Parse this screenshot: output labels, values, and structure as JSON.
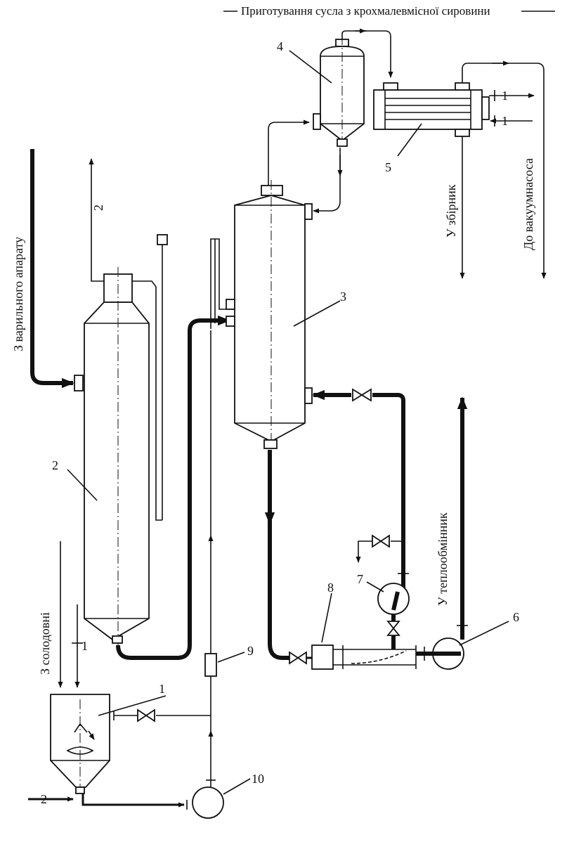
{
  "header": {
    "title": "Приготування сусла з крохмалевмісної сировини"
  },
  "flows": {
    "from_cooker": "З варильного апарату",
    "from_malthouse": "З солодовні",
    "to_collector": "У збірник",
    "to_vacuum_pump": "До вакуумнасоса",
    "to_heat_exchanger": "У теплообмінник"
  },
  "stream_marks": {
    "steam_1a": "1",
    "steam_1b": "1",
    "steam_1c": "1",
    "water_2a": "2",
    "water_2b": "2"
  },
  "units": [
    {
      "id": "1"
    },
    {
      "id": "2"
    },
    {
      "id": "3"
    },
    {
      "id": "4"
    },
    {
      "id": "5"
    },
    {
      "id": "6"
    },
    {
      "id": "7"
    },
    {
      "id": "8"
    },
    {
      "id": "9"
    },
    {
      "id": "10"
    }
  ]
}
